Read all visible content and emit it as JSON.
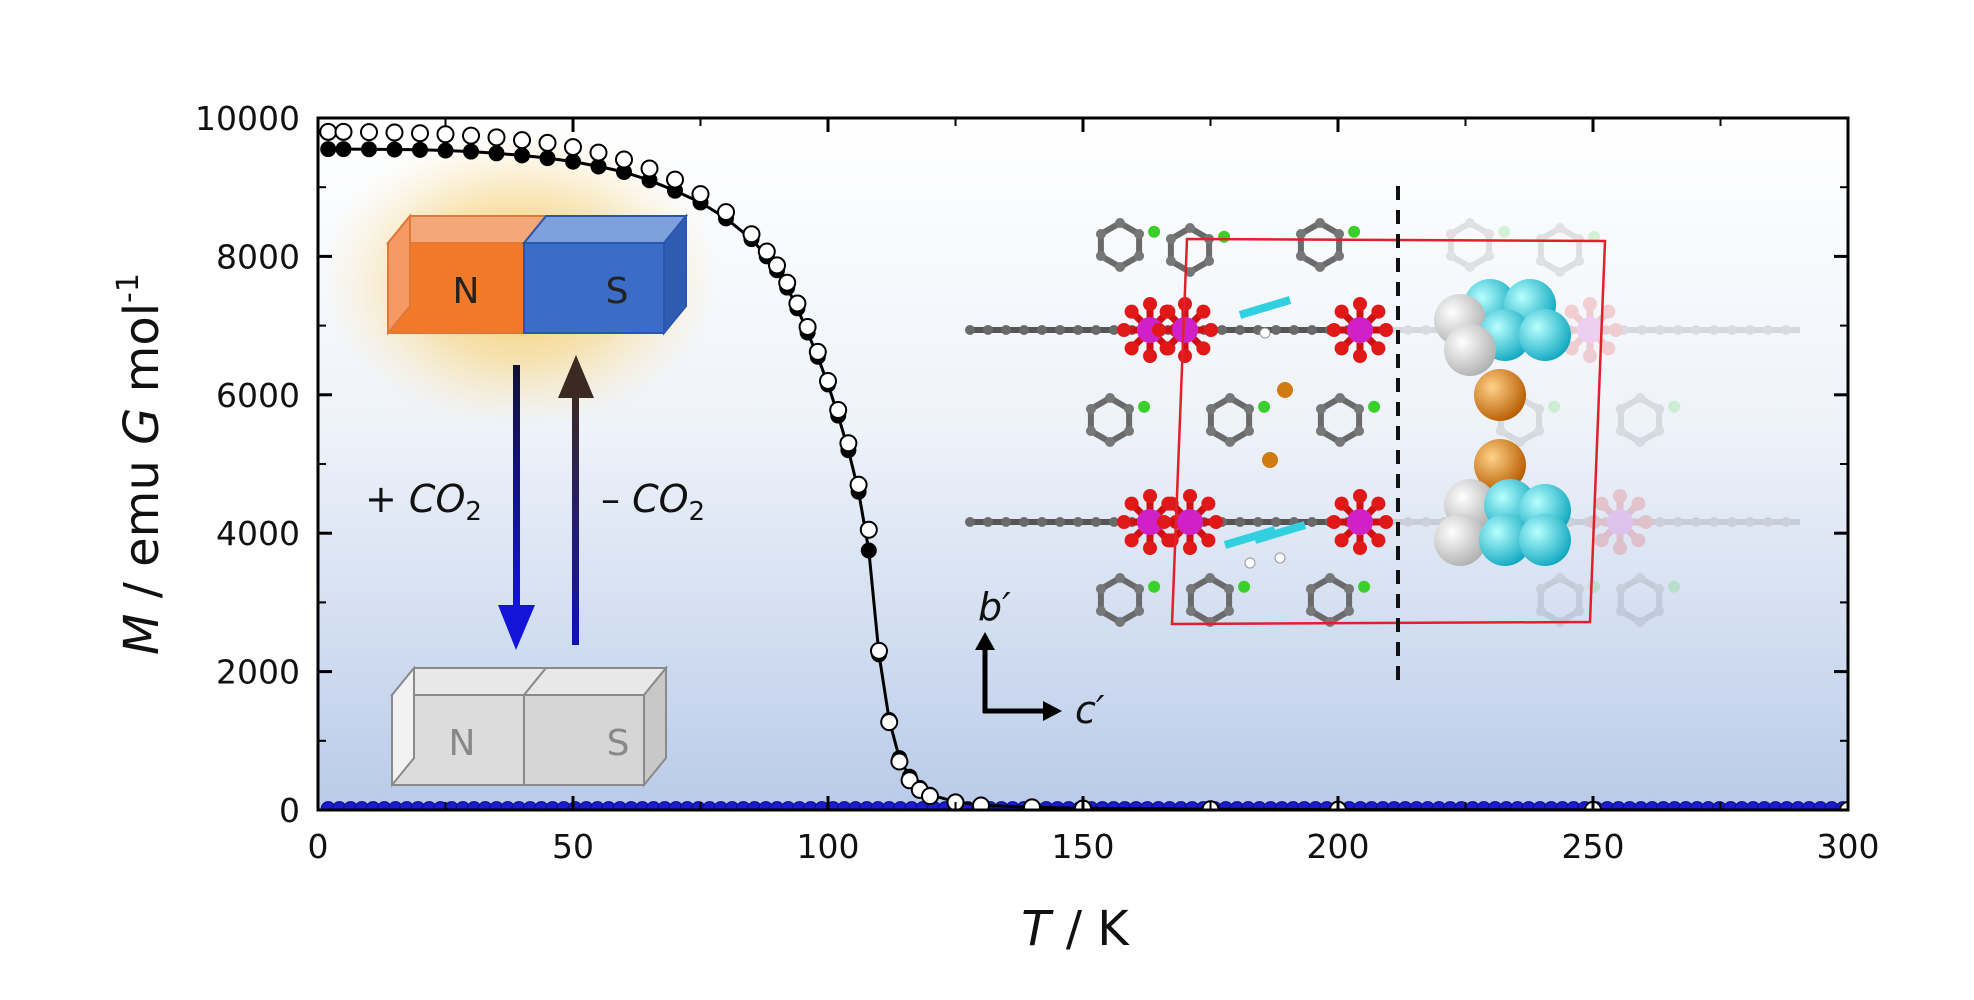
{
  "chart_data": {
    "type": "scatter",
    "xlabel": {
      "var": "T",
      "unit": " / K"
    },
    "ylabel": {
      "var": "M",
      "unit": " / emu ",
      "var2": "G",
      "unit2": " mol",
      "sup": "-1"
    },
    "xlim": [
      0,
      300
    ],
    "ylim": [
      0,
      10000
    ],
    "xticks": [
      0,
      50,
      100,
      150,
      200,
      250,
      300
    ],
    "yticks": [
      0,
      2000,
      4000,
      6000,
      8000,
      10000
    ],
    "xtick_labels": [
      "0",
      "50",
      "100",
      "150",
      "200",
      "250",
      "300"
    ],
    "ytick_labels": [
      "0",
      "2000",
      "4000",
      "6000",
      "8000",
      "10000"
    ],
    "grid": false,
    "series": [
      {
        "style": "filled-black-with-line",
        "color": "#000000",
        "x": [
          2,
          5,
          10,
          15,
          20,
          25,
          30,
          35,
          40,
          45,
          50,
          55,
          60,
          65,
          70,
          75,
          80,
          85,
          88,
          90,
          92,
          94,
          96,
          98,
          100,
          102,
          104,
          106,
          108,
          110,
          112,
          114,
          116,
          118,
          120,
          125,
          130,
          140,
          150,
          175,
          200,
          250,
          300
        ],
        "y": [
          9550,
          9550,
          9548,
          9545,
          9540,
          9530,
          9515,
          9490,
          9460,
          9420,
          9370,
          9300,
          9220,
          9100,
          8950,
          8780,
          8550,
          8250,
          8000,
          7800,
          7550,
          7250,
          6900,
          6550,
          6150,
          5700,
          5200,
          4600,
          3750,
          2250,
          1300,
          750,
          480,
          320,
          220,
          120,
          70,
          40,
          25,
          12,
          6,
          2,
          0
        ]
      },
      {
        "style": "open-white",
        "color": "#ffffff",
        "x": [
          2,
          5,
          10,
          15,
          20,
          25,
          30,
          35,
          40,
          45,
          50,
          55,
          60,
          65,
          70,
          75,
          80,
          85,
          88,
          90,
          92,
          94,
          96,
          98,
          100,
          102,
          104,
          106,
          108,
          110,
          112,
          114,
          116,
          118,
          120,
          125,
          130,
          140,
          150,
          175,
          200,
          250,
          300
        ],
        "y": [
          9800,
          9800,
          9795,
          9790,
          9780,
          9765,
          9745,
          9720,
          9680,
          9640,
          9580,
          9500,
          9400,
          9270,
          9110,
          8900,
          8640,
          8320,
          8070,
          7870,
          7620,
          7320,
          6980,
          6620,
          6200,
          5780,
          5300,
          4700,
          4050,
          2300,
          1270,
          700,
          430,
          290,
          200,
          110,
          65,
          38,
          22,
          10,
          5,
          2,
          0
        ]
      },
      {
        "style": "filled-blue",
        "color": "#1a1ad0",
        "x": [
          2,
          10,
          20,
          30,
          40,
          50,
          60,
          70,
          80,
          90,
          100,
          110,
          120,
          130,
          140,
          150,
          160,
          170,
          180,
          190,
          200,
          210,
          220,
          230,
          240,
          250,
          260,
          270,
          280,
          290,
          300
        ],
        "y": [
          20,
          20,
          20,
          20,
          20,
          20,
          20,
          20,
          20,
          20,
          20,
          20,
          20,
          20,
          20,
          20,
          20,
          20,
          20,
          20,
          20,
          20,
          20,
          20,
          20,
          20,
          20,
          20,
          20,
          20,
          20
        ]
      }
    ],
    "annotations": {
      "forward": {
        "prefix": "+ ",
        "text": "CO",
        "sub": "2"
      },
      "reverse": {
        "prefix": "– ",
        "text": "CO",
        "sub": "2"
      },
      "axis_b": "b′",
      "axis_c": "c′"
    },
    "magnets": {
      "active": {
        "n": "N",
        "s": "S",
        "n_color": "#f07a2a",
        "s_color": "#3a6cc8",
        "glow": "#f5c24a"
      },
      "inactive": {
        "n": "N",
        "s": "S",
        "color": "#d8d8d8"
      }
    },
    "colors": {
      "arrow_down": "#1010c8",
      "arrow_up": "#0a0a80",
      "cell": "#e0202a"
    }
  }
}
